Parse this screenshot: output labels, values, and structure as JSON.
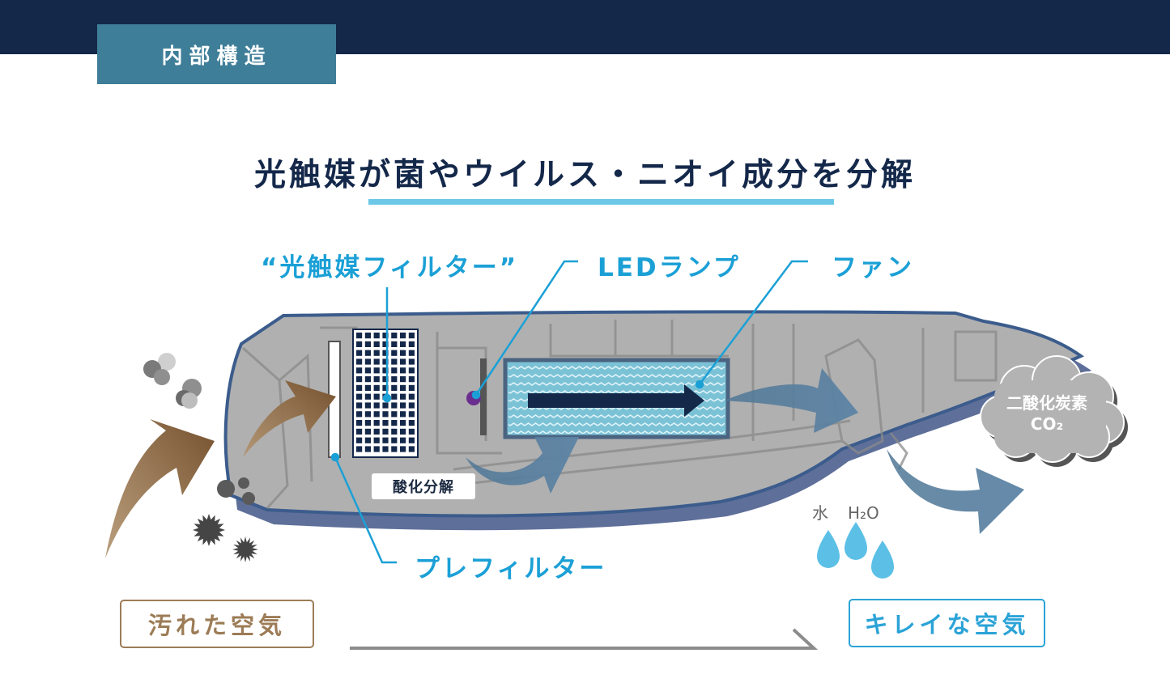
{
  "header": {
    "tab_label": "内部構造"
  },
  "headline": "光触媒が菌やウイルス・ニオイ成分を分解",
  "labels": {
    "filter": "“光触媒フィルター”",
    "led": "LEDランプ",
    "fan": "ファン",
    "prefilter": "プレフィルター",
    "oxidation": "酸化分解"
  },
  "outputs": {
    "co2_line1": "二酸化炭素",
    "co2_line2": "CO₂",
    "water_jp": "水",
    "water_formula": "H₂O"
  },
  "flow": {
    "dirty_air": "汚れた空気",
    "clean_air": "キレイな空気"
  },
  "colors": {
    "navy": "#14284a",
    "tab": "#3f7e98",
    "accent_blue": "#1ba0d6",
    "dirty_brown": "#9c7c56",
    "device_gray": "#b0b0b0",
    "device_outline": "#3b5c8c",
    "fan_chamber": "#7cc2d6",
    "water_drop": "#5cc0e6"
  }
}
